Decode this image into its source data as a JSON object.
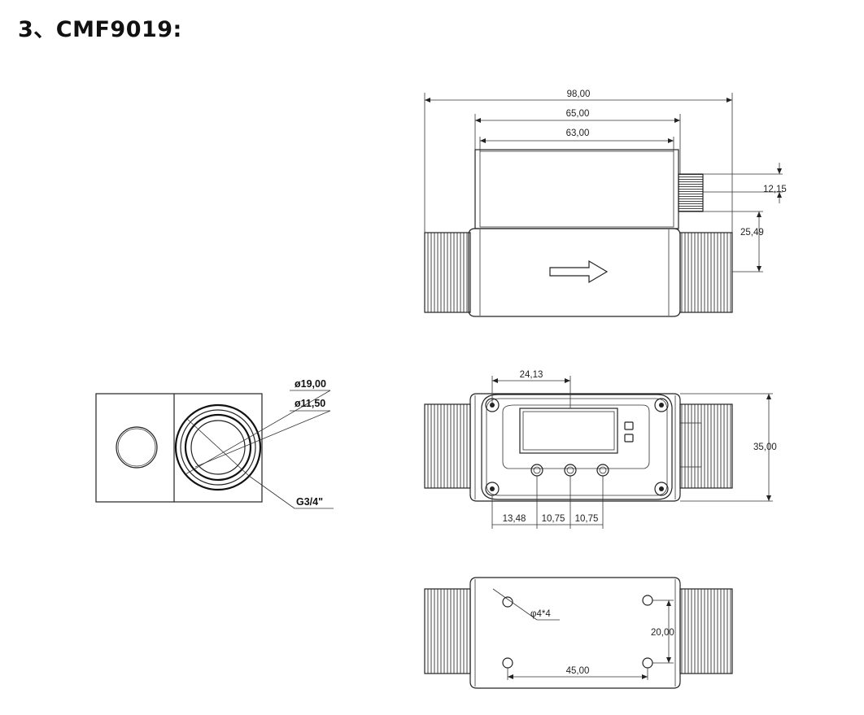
{
  "title": "3、CMF9019:",
  "top_view": {
    "dim_total": "98,00",
    "dim_body": "65,00",
    "dim_display": "63,00",
    "dim_connector": "12,15",
    "dim_height": "25,49"
  },
  "end_view": {
    "dia_outer": "ø19,00",
    "dia_inner": "ø11,50",
    "thread": "G3/4\""
  },
  "front_view": {
    "dim_display_offset": "24,13",
    "dim_height": "35,00",
    "dim_btn1": "13,48",
    "dim_btn2": "10,75",
    "dim_btn3": "10,75"
  },
  "bottom_view": {
    "holes": "φ4*4",
    "dim_vertical": "20,00",
    "dim_horizontal": "45,00"
  }
}
